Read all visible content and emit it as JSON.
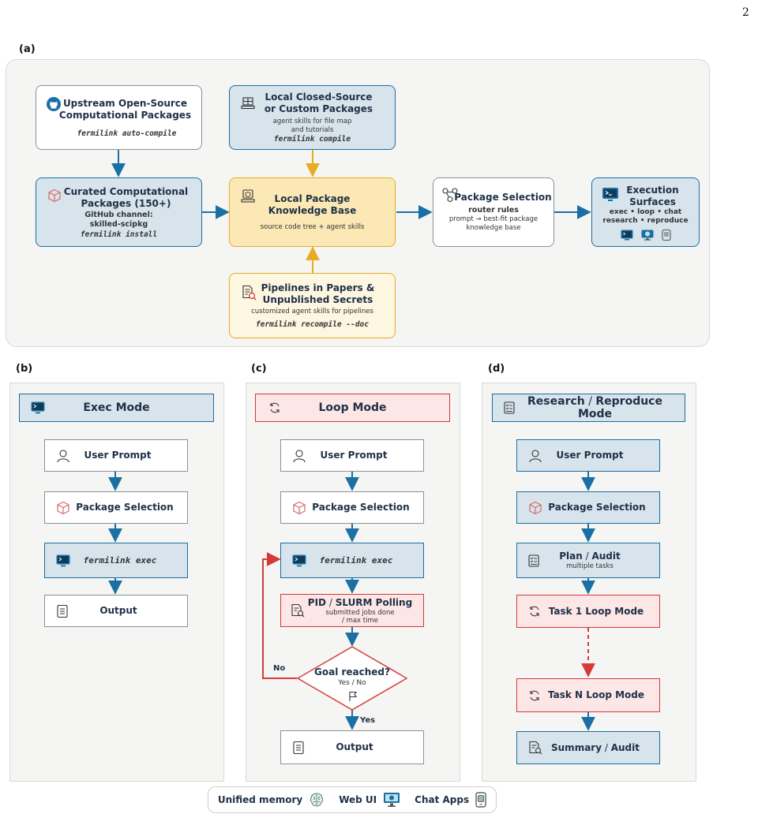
{
  "page_number": "2",
  "panel_labels": {
    "a": "(a)",
    "b": "(b)",
    "c": "(c)",
    "d": "(d)"
  },
  "panel_a": {
    "upstream": {
      "title1": "Upstream Open-Source",
      "title2": "Computational Packages",
      "cmd": "fermilink auto-compile"
    },
    "local_closed": {
      "title1": "Local Closed-Source",
      "title2": "or Custom Packages",
      "sub1": "agent skills for file map",
      "sub2": "and tutorials",
      "cmd": "fermilink compile"
    },
    "curated": {
      "title1": "Curated Computational",
      "title2": "Packages (150+)",
      "sub1": "GitHub channel:",
      "sub2": "skilled-scipkg",
      "cmd": "fermilink install"
    },
    "knowledge": {
      "title1": "Local Package",
      "title2": "Knowledge Base",
      "sub": "source code tree + agent skills"
    },
    "selection": {
      "title": "Package Selection",
      "sub_bold": "router rules",
      "sub1": "prompt → best-fit package",
      "sub2": "knowledge base"
    },
    "execution": {
      "title1": "Execution",
      "title2": "Surfaces",
      "sub1": "exec • loop • chat",
      "sub2": "research • reproduce"
    },
    "pipelines": {
      "title1": "Pipelines in Papers &",
      "title2": "Unpublished Secrets",
      "sub": "customized agent skills for pipelines",
      "cmd": "fermilink recompile --doc"
    }
  },
  "panel_b": {
    "header": "Exec Mode",
    "steps": [
      "User Prompt",
      "Package Selection",
      "fermilink exec",
      "Output"
    ]
  },
  "panel_c": {
    "header": "Loop Mode",
    "user_prompt": "User Prompt",
    "package_selection": "Package Selection",
    "exec": "fermilink exec",
    "polling": {
      "title_a": "PID",
      "title_sep": " / ",
      "title_b": "SLURM Polling",
      "sub1": "submitted jobs done",
      "sub2": "/ max time"
    },
    "decision": {
      "title": "Goal reached?",
      "sub": "Yes / No"
    },
    "no_label": "No",
    "yes_label": "Yes",
    "output": "Output"
  },
  "panel_d": {
    "header_a": "Research",
    "header_sep": " / ",
    "header_b": "Reproduce Mode",
    "user_prompt": "User Prompt",
    "package_selection": "Package Selection",
    "plan": {
      "title_a": "Plan",
      "title_sep": " / ",
      "title_b": "Audit",
      "sub": "multiple tasks"
    },
    "task1": "Task 1 Loop Mode",
    "taskn": "Task N Loop Mode",
    "summary": {
      "title_a": "Summary",
      "title_sep": " / ",
      "title_b": "Audit"
    }
  },
  "legend": {
    "memory": "Unified memory",
    "webui": "Web UI",
    "chat": "Chat Apps"
  },
  "colors": {
    "blue": "#1a6fa3",
    "yellow": "#e6ad22",
    "red": "#d43a3a",
    "gray": "#8c9196"
  }
}
